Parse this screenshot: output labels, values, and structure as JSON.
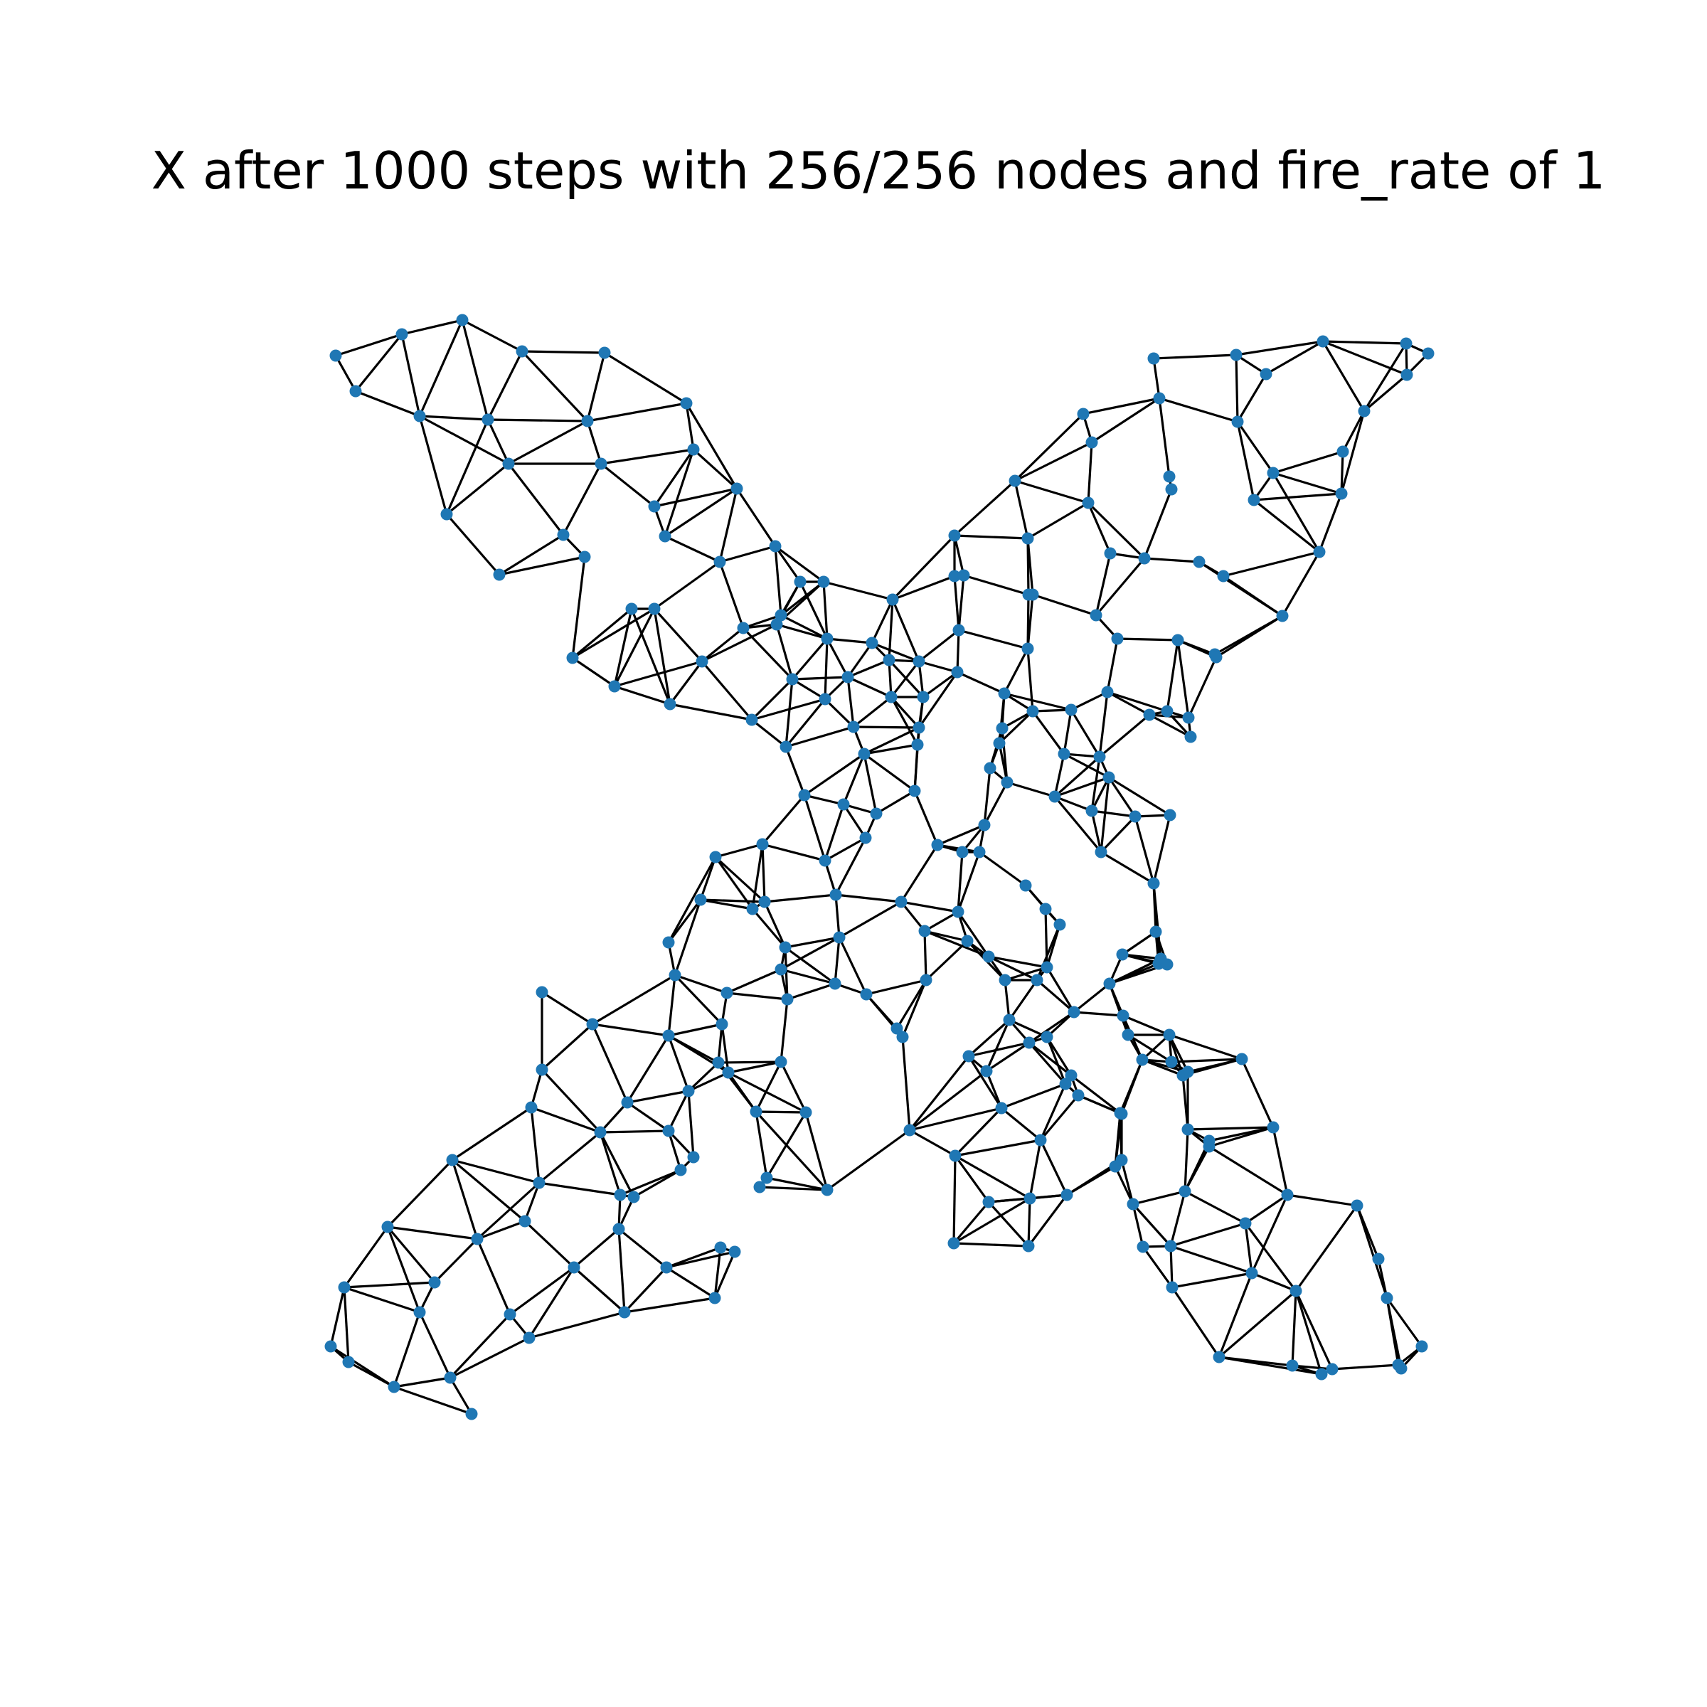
{
  "title": "X after 1000 steps with 256/256 nodes and fire_rate of 1",
  "colors": {
    "node": "#1f77b4",
    "edge": "#000000",
    "background": "#ffffff"
  },
  "graph": {
    "shape": "X",
    "steps": 1000,
    "active_nodes": 256,
    "total_nodes": 256,
    "fire_rate": 1,
    "axes_visible": false
  }
}
